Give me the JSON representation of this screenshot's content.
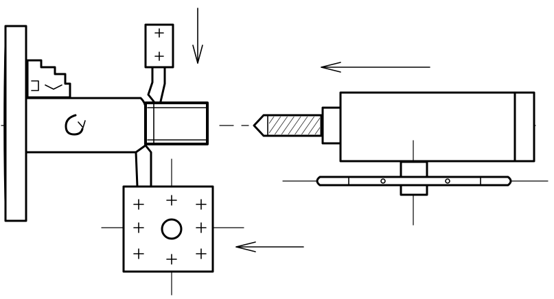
{
  "diagram": {
    "kind": "lathe-turning-and-drilling-setup",
    "colors": {
      "ink": "#000000",
      "paper": "#ffffff"
    },
    "parts": [
      {
        "name": "headstock-faceplate"
      },
      {
        "name": "three-jaw-chuck"
      },
      {
        "name": "spindle-workpiece",
        "symbol": "rotation-icon"
      },
      {
        "name": "upper-tool-post",
        "marks": 2
      },
      {
        "name": "lower-square-turret",
        "marks": 8
      },
      {
        "name": "tailstock-drill"
      },
      {
        "name": "tailstock-handwheel-bar"
      }
    ],
    "arrows": [
      {
        "name": "feed-arrow-down",
        "direction": "down"
      },
      {
        "name": "feed-arrow-left-top",
        "direction": "left"
      },
      {
        "name": "feed-arrow-left-bottom",
        "direction": "left"
      }
    ]
  }
}
